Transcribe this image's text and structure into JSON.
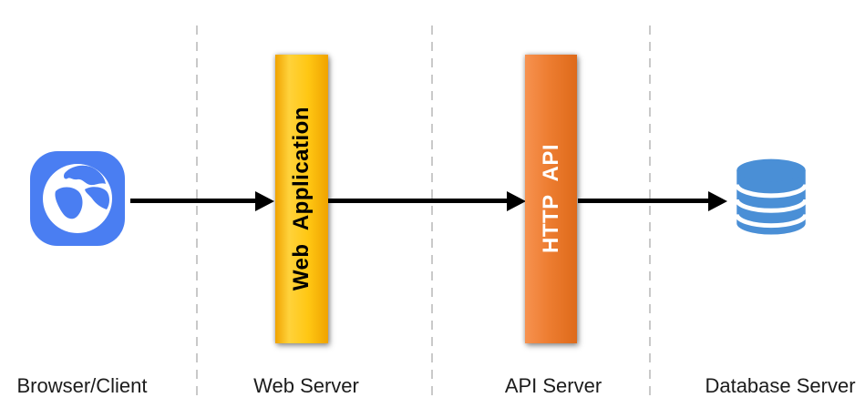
{
  "diagram": {
    "browser": {
      "label": "Browser/Client",
      "icon": "globe-browser-icon"
    },
    "web": {
      "bar_label": "Web Application",
      "label": "Web Server"
    },
    "api": {
      "bar_label": "HTTP API",
      "label": "API Server"
    },
    "db": {
      "label": "Database Server",
      "icon": "database-cylinder-icon"
    }
  },
  "colors": {
    "web_app_bar_light": "#ffd23b",
    "web_app_bar_mid": "#ffc713",
    "web_app_bar_dark": "#f0a300",
    "web_app_bar_text": "#000000",
    "http_api_bar_light": "#f79250",
    "http_api_bar_mid": "#ed7d31",
    "http_api_bar_dark": "#de6a1a",
    "http_api_bar_text": "#ffffff",
    "browser_icon_blue": "#4a7ef2",
    "database_icon_blue": "#4a8fd6",
    "arrow": "#000000",
    "divider": "#c9c9c9",
    "label": "#1c1c1c"
  }
}
